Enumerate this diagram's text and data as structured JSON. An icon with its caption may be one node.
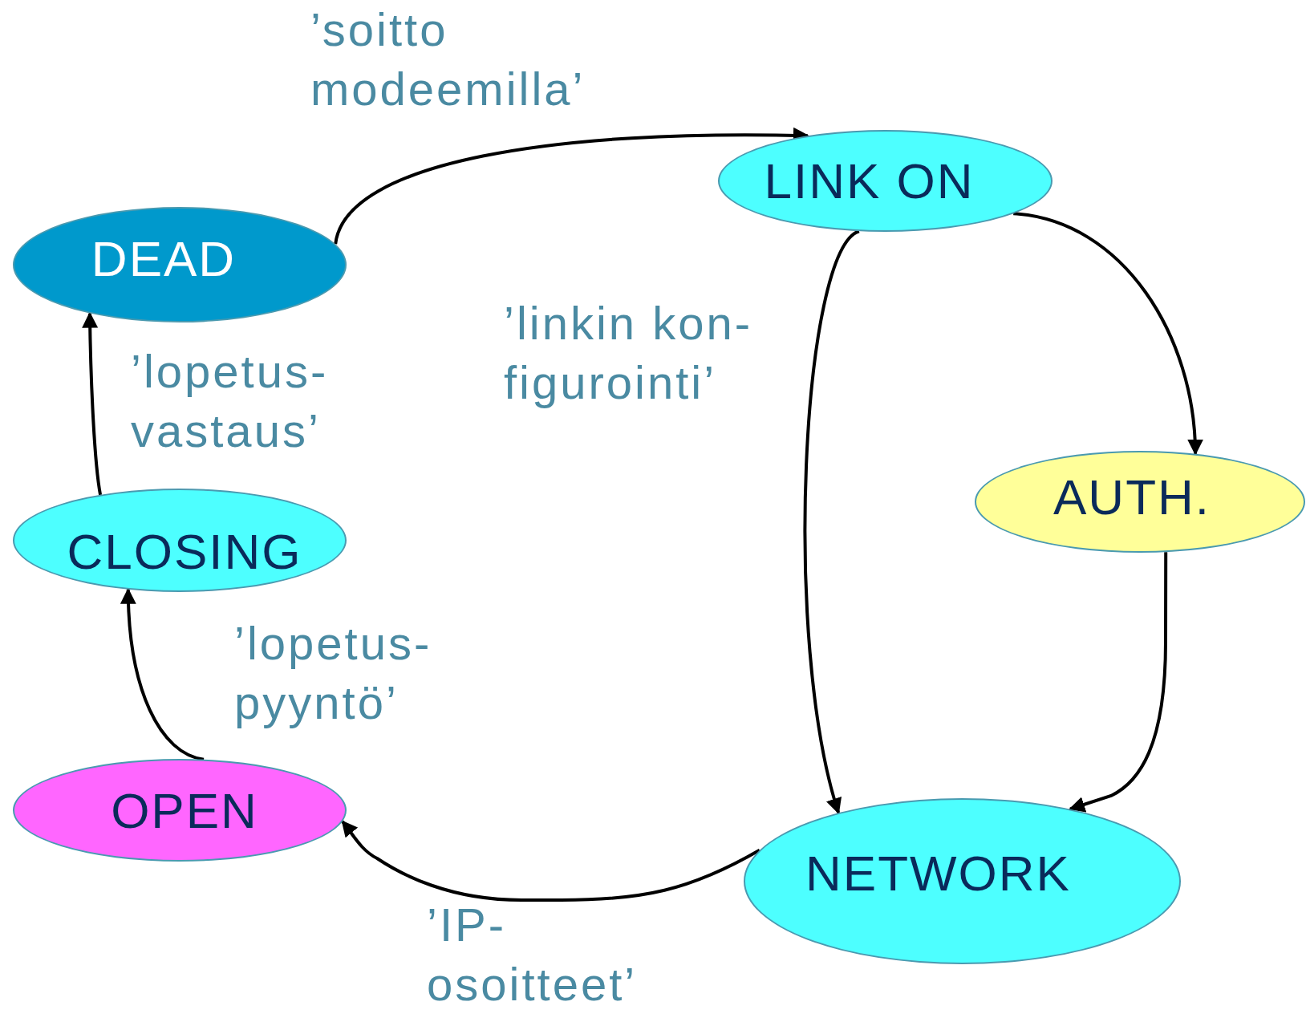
{
  "diagram": {
    "nodes": [
      {
        "text": [
          "DEAD"
        ]
      },
      {
        "text": [
          "LINK ON"
        ]
      },
      {
        "text": [
          "AUTH."
        ]
      },
      {
        "text": [
          "CLOSING"
        ]
      },
      {
        "text": [
          "OPEN"
        ]
      },
      {
        "text": [
          "NETWORK"
        ]
      }
    ],
    "edges": [
      {
        "from": 0,
        "to": 1,
        "arrow": "to",
        "label": "’soitto modeemilla’"
      },
      {
        "from": 1,
        "to": 2,
        "arrow": "to"
      },
      {
        "from": 1,
        "to": 5,
        "arrow": "to",
        "label": "’linkin kon- figurointi’"
      },
      {
        "from": 2,
        "to": 5,
        "arrow": "to"
      },
      {
        "from": 5,
        "to": 4,
        "arrow": "to",
        "label": "’IP- osoitteet’"
      },
      {
        "from": 4,
        "to": 3,
        "arrow": "to",
        "label": "’lopetus- pyyntö’"
      },
      {
        "from": 3,
        "to": 0,
        "arrow": "to",
        "label": "’lopetus- vastaus’"
      }
    ]
  }
}
